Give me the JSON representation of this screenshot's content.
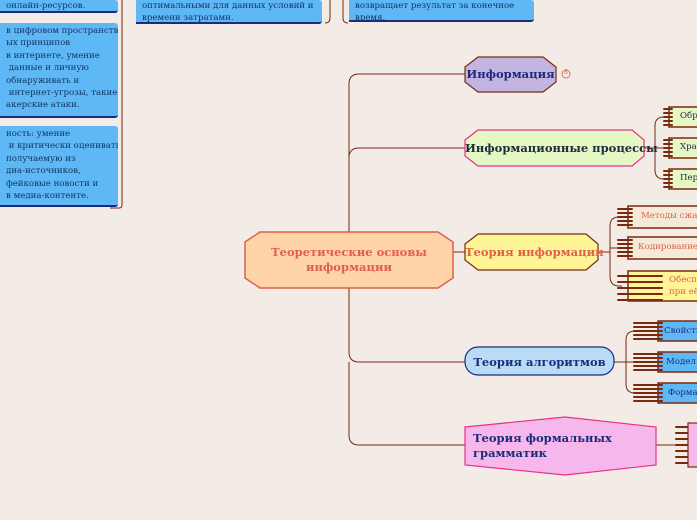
{
  "colors": {
    "background": "#f3ebe5",
    "connector": "#7a2a10",
    "note_fill": "#5eb8f6",
    "root_fill": "#ffd4a8",
    "info_fill": "#c4b4e2",
    "processes_fill": "#e6f7c6",
    "theory_info_fill": "#fff496",
    "algorithms_fill": "#b8dcf6",
    "grammars_fill": "#f6b8ec"
  },
  "notes": {
    "note1": "онлайн-ресурсов.",
    "note2": "в цифровом пространстве:\nых принципов\nв интернете, умение\n данные и личную\nобнаруживать и\n интернет-угрозы, такие\nакерские атаки.",
    "note3": "ность: умение\n и критически оценивать\nполучаемую из\nдиа-источников,\nфейковые новости и\nв медиа-контенте.",
    "note4": "оптимальными для данных условий и\nвремени затратами.",
    "note5": "возвращает результат за конечное\nвремя."
  },
  "root": {
    "label": "Теоретические основы\nинформации"
  },
  "topics": {
    "information": {
      "label": "Информация",
      "badge": "8"
    },
    "processes": {
      "label": "Информационные процессы",
      "children": [
        "Обр",
        "Хра",
        "Пер"
      ]
    },
    "theory_info": {
      "label": "Теория информации",
      "children": [
        "Методы сжат",
        "Кодирование",
        "Обеспе\nпри её"
      ]
    },
    "algorithms": {
      "label": "Теория алгоритмов",
      "children": [
        "Свойств",
        "Модел",
        "Форма"
      ]
    },
    "grammars": {
      "label": "Теория формальных\nграмматик"
    }
  }
}
